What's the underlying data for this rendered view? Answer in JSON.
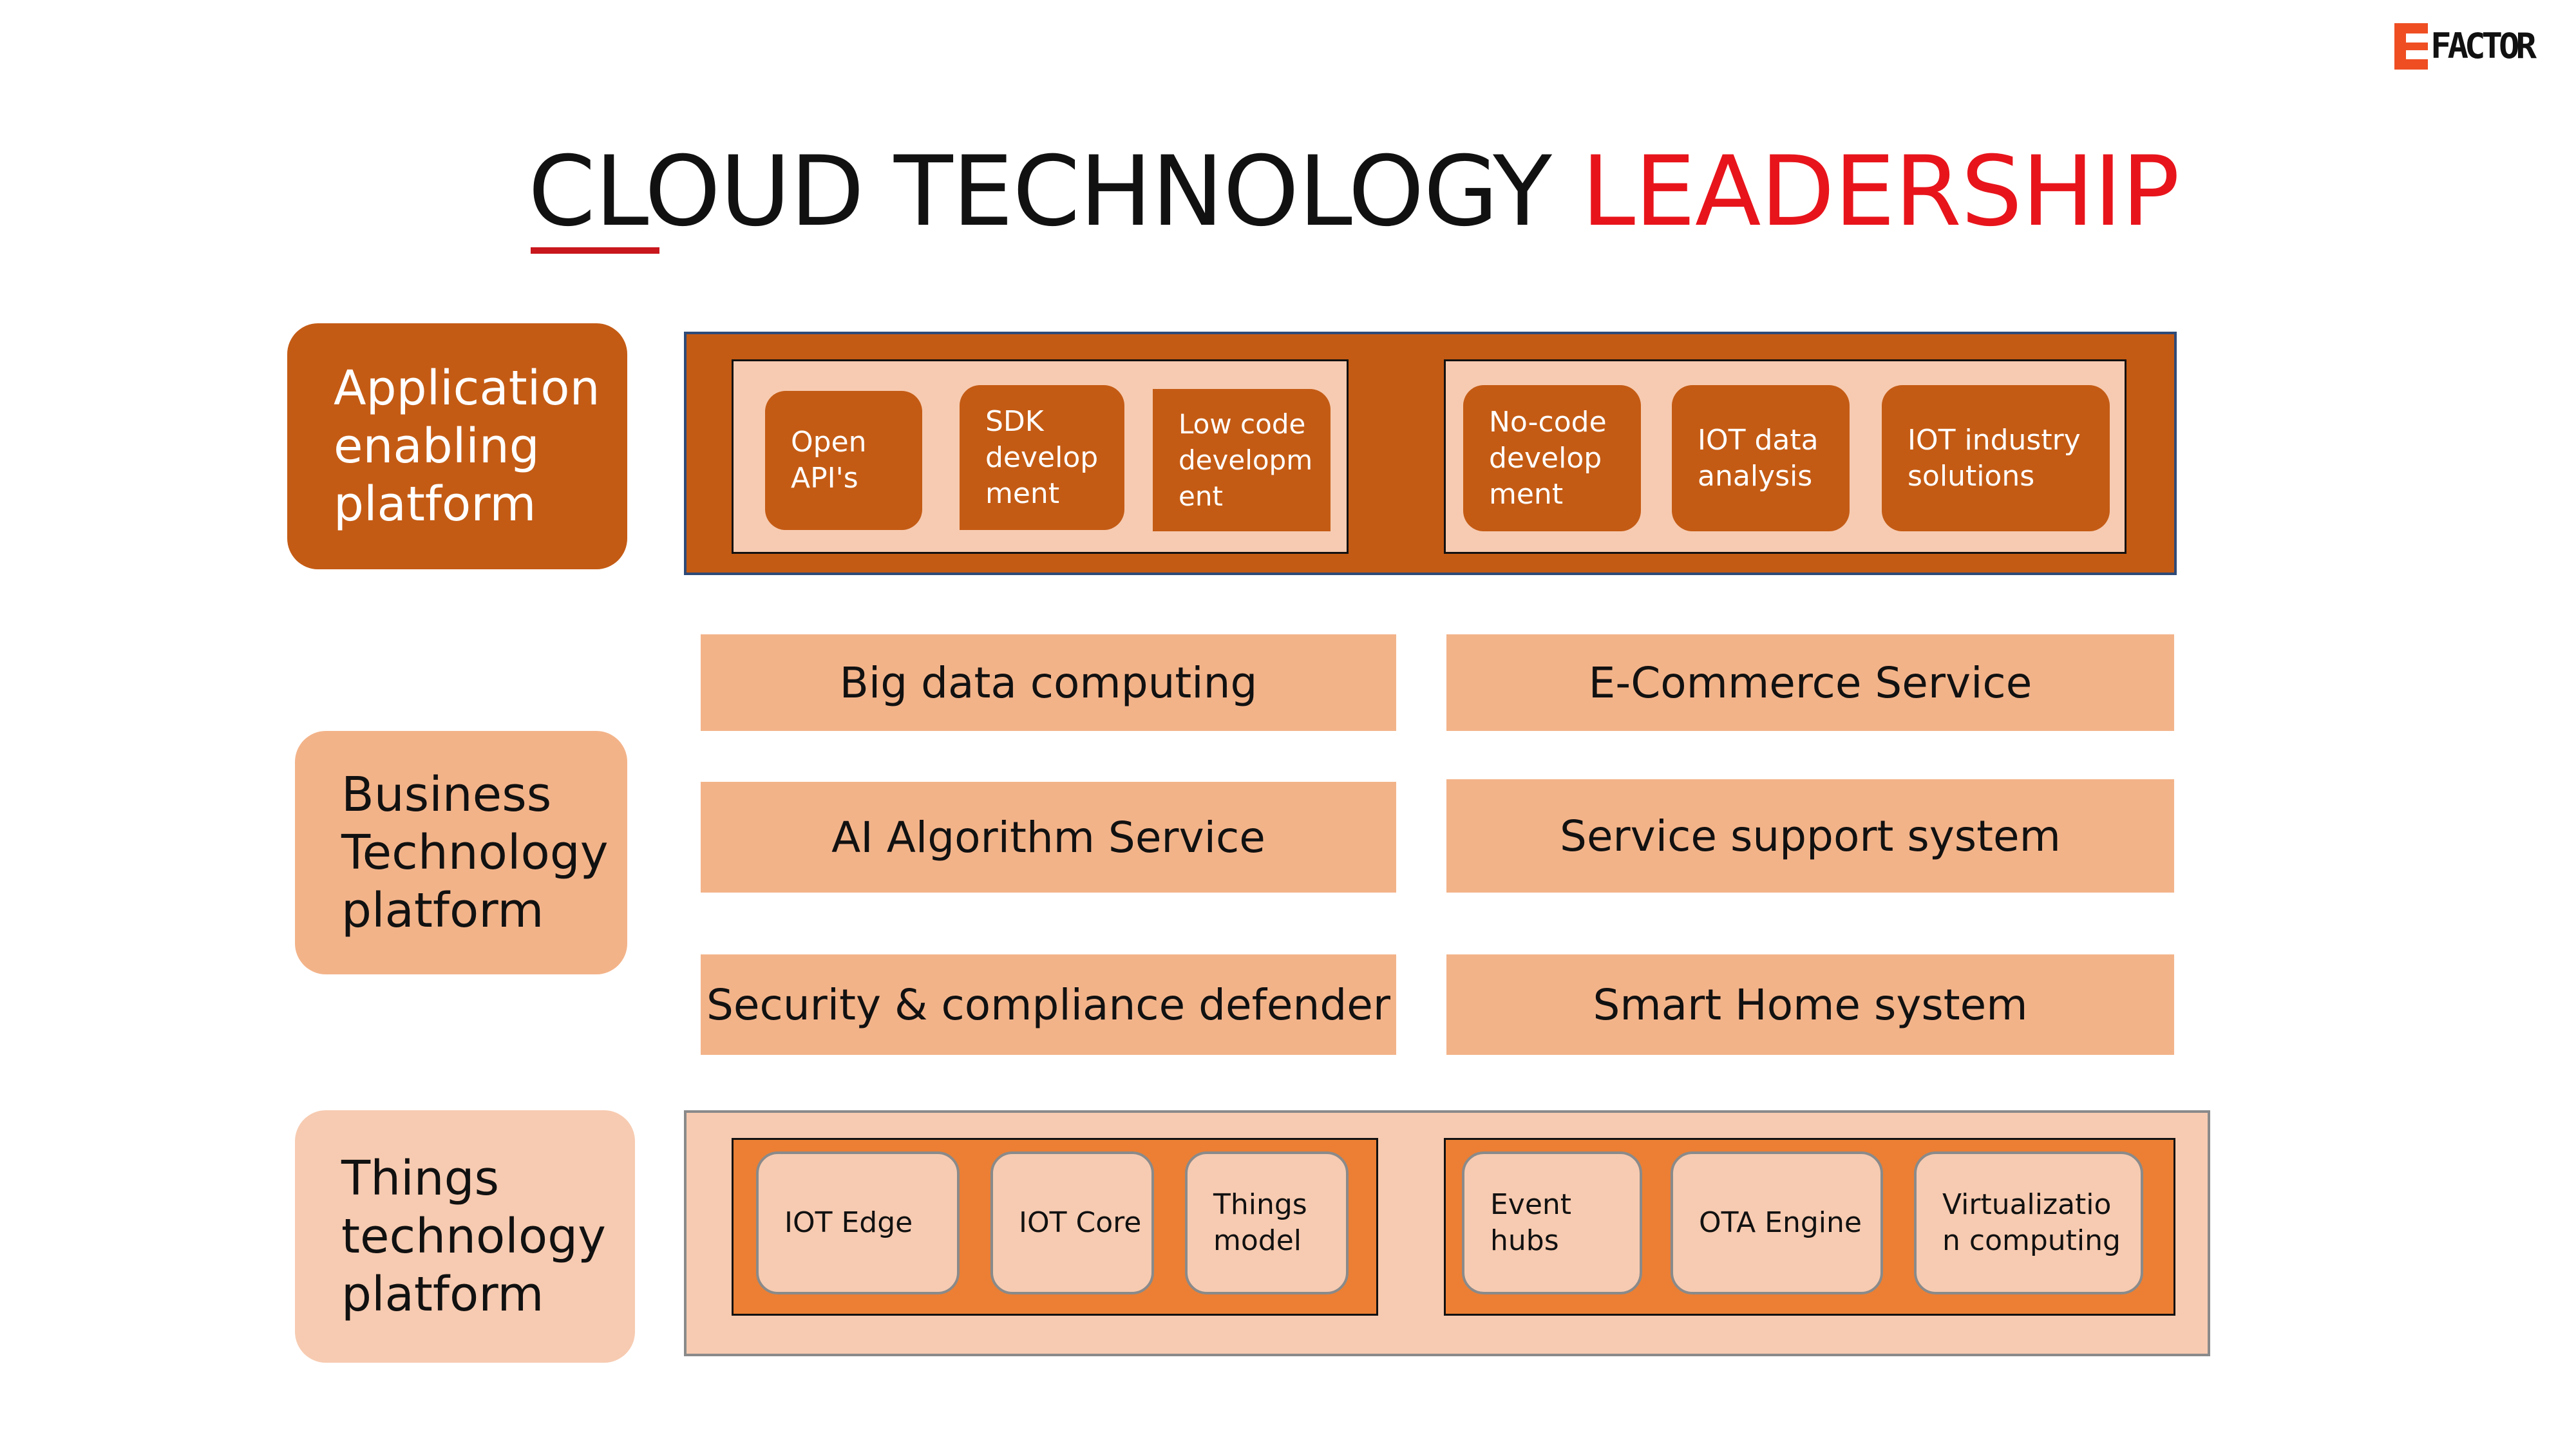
{
  "logo": {
    "text": "FACTOR"
  },
  "title": {
    "part1": "CLOUD TECHNOLOGY ",
    "part2": "LEADERSHIP"
  },
  "layers": {
    "application": {
      "label": "Application enabling platform",
      "group1": [
        "Open API's",
        "SDK develop ment",
        "Low code developm ent"
      ],
      "group2": [
        "No-code develop ment",
        "IOT data analysis",
        "IOT industry solutions"
      ]
    },
    "business": {
      "label": "Business Technology platform",
      "left": [
        "Big data computing",
        "AI Algorithm Service",
        "Security & compliance defender"
      ],
      "right": [
        "E-Commerce Service",
        "Service support system",
        "Smart Home system"
      ]
    },
    "things": {
      "label": "Things technology platform",
      "group1": [
        "IOT Edge",
        "IOT Core",
        "Things model"
      ],
      "group2": [
        "Event hubs",
        "OTA Engine",
        "Virtualizatio n computing"
      ]
    }
  },
  "colors": {
    "accent_red": "#e8141b",
    "dark_orange": "#c45b14",
    "mid_orange": "#ec7f34",
    "light_orange": "#f3b389",
    "pale_orange": "#f7cbb1",
    "logo_orange": "#ef4e23",
    "panel_border_blue": "#2e4a78"
  }
}
